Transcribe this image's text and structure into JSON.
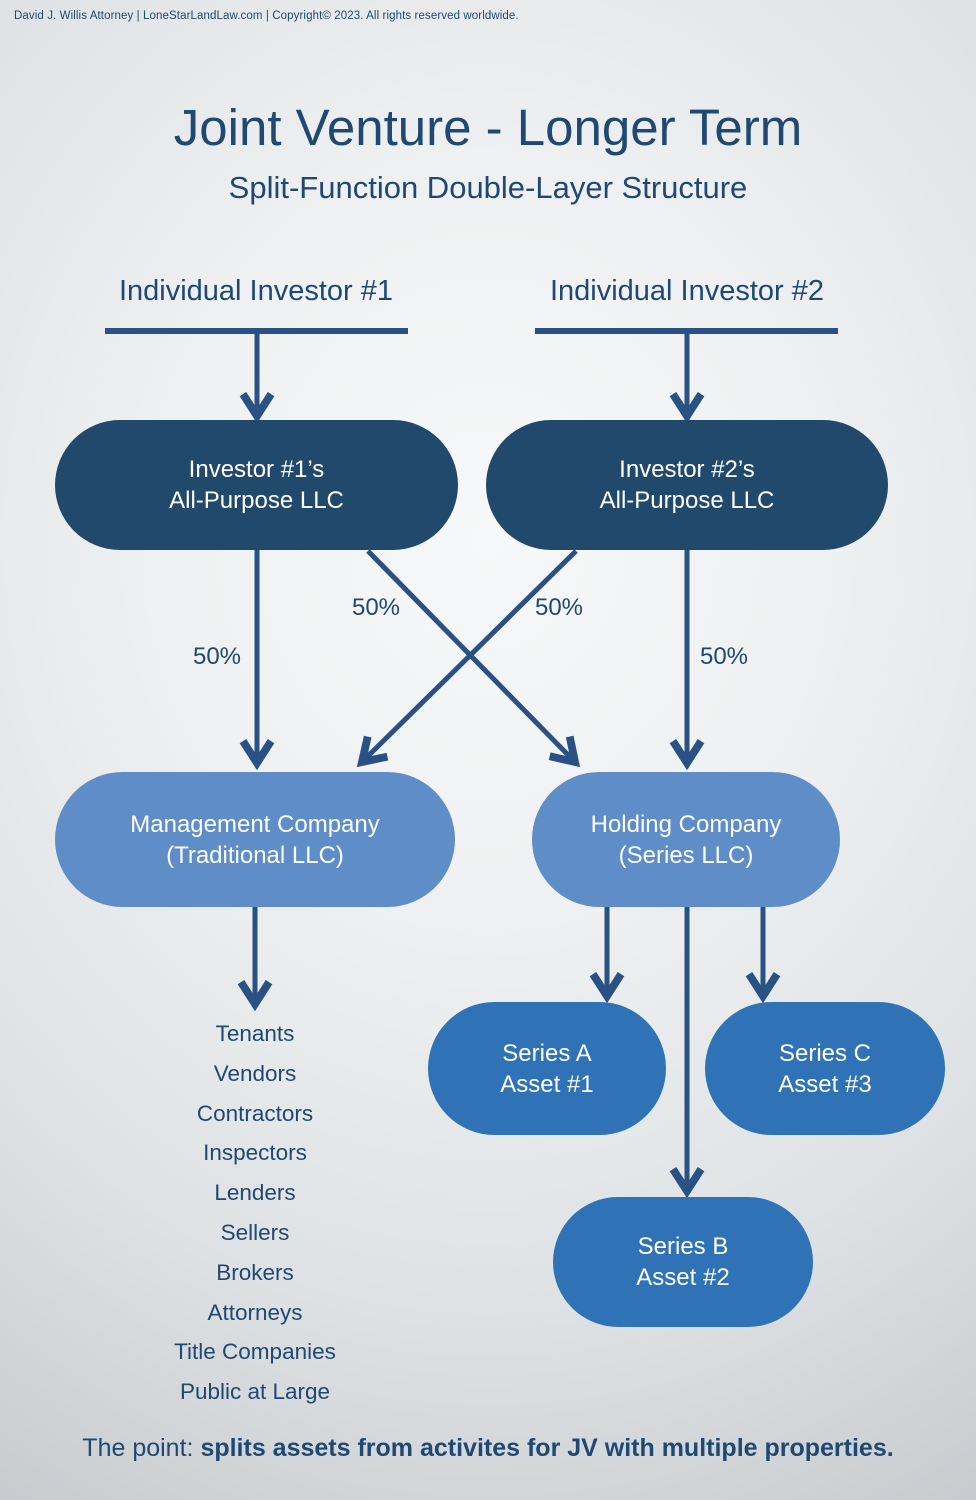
{
  "copyright": "David J. Willis Attorney  |  LoneStarLandLaw.com  |  Copyright© 2023. All rights reserved worldwide.",
  "title": "Joint Venture - Longer Term",
  "subtitle": "Split-Function Double-Layer Structure",
  "investors": [
    {
      "label": "Individual Investor #1"
    },
    {
      "label": "Individual Investor #2"
    }
  ],
  "llc_boxes": [
    {
      "line1": "Investor #1’s",
      "line2": "All-Purpose LLC"
    },
    {
      "line1": "Investor #2’s",
      "line2": "All-Purpose LLC"
    }
  ],
  "ownership_labels": [
    "50%",
    "50%",
    "50%",
    "50%"
  ],
  "mid_boxes": [
    {
      "line1": "Management Company",
      "line2": "(Traditional LLC)"
    },
    {
      "line1": "Holding Company",
      "line2": "(Series LLC)"
    }
  ],
  "series_boxes": [
    {
      "line1": "Series A",
      "line2": "Asset #1"
    },
    {
      "line1": "Series C",
      "line2": "Asset #3"
    },
    {
      "line1": "Series B",
      "line2": "Asset #2"
    }
  ],
  "counterparties": [
    "Tenants",
    "Vendors",
    "Contractors",
    "Inspectors",
    "Lenders",
    "Sellers",
    "Brokers",
    "Attorneys",
    "Title Companies",
    "Public at Large"
  ],
  "footer": {
    "prefix": "The point: ",
    "emphasis": "splits assets from activites for JV with multiple properties."
  },
  "colors": {
    "navy_box": "#21496b",
    "medium_blue_box": "#5e8dc8",
    "bright_blue_box": "#2f73b6",
    "connector_line": "#2a5183",
    "text_navy": "#1f4872"
  }
}
